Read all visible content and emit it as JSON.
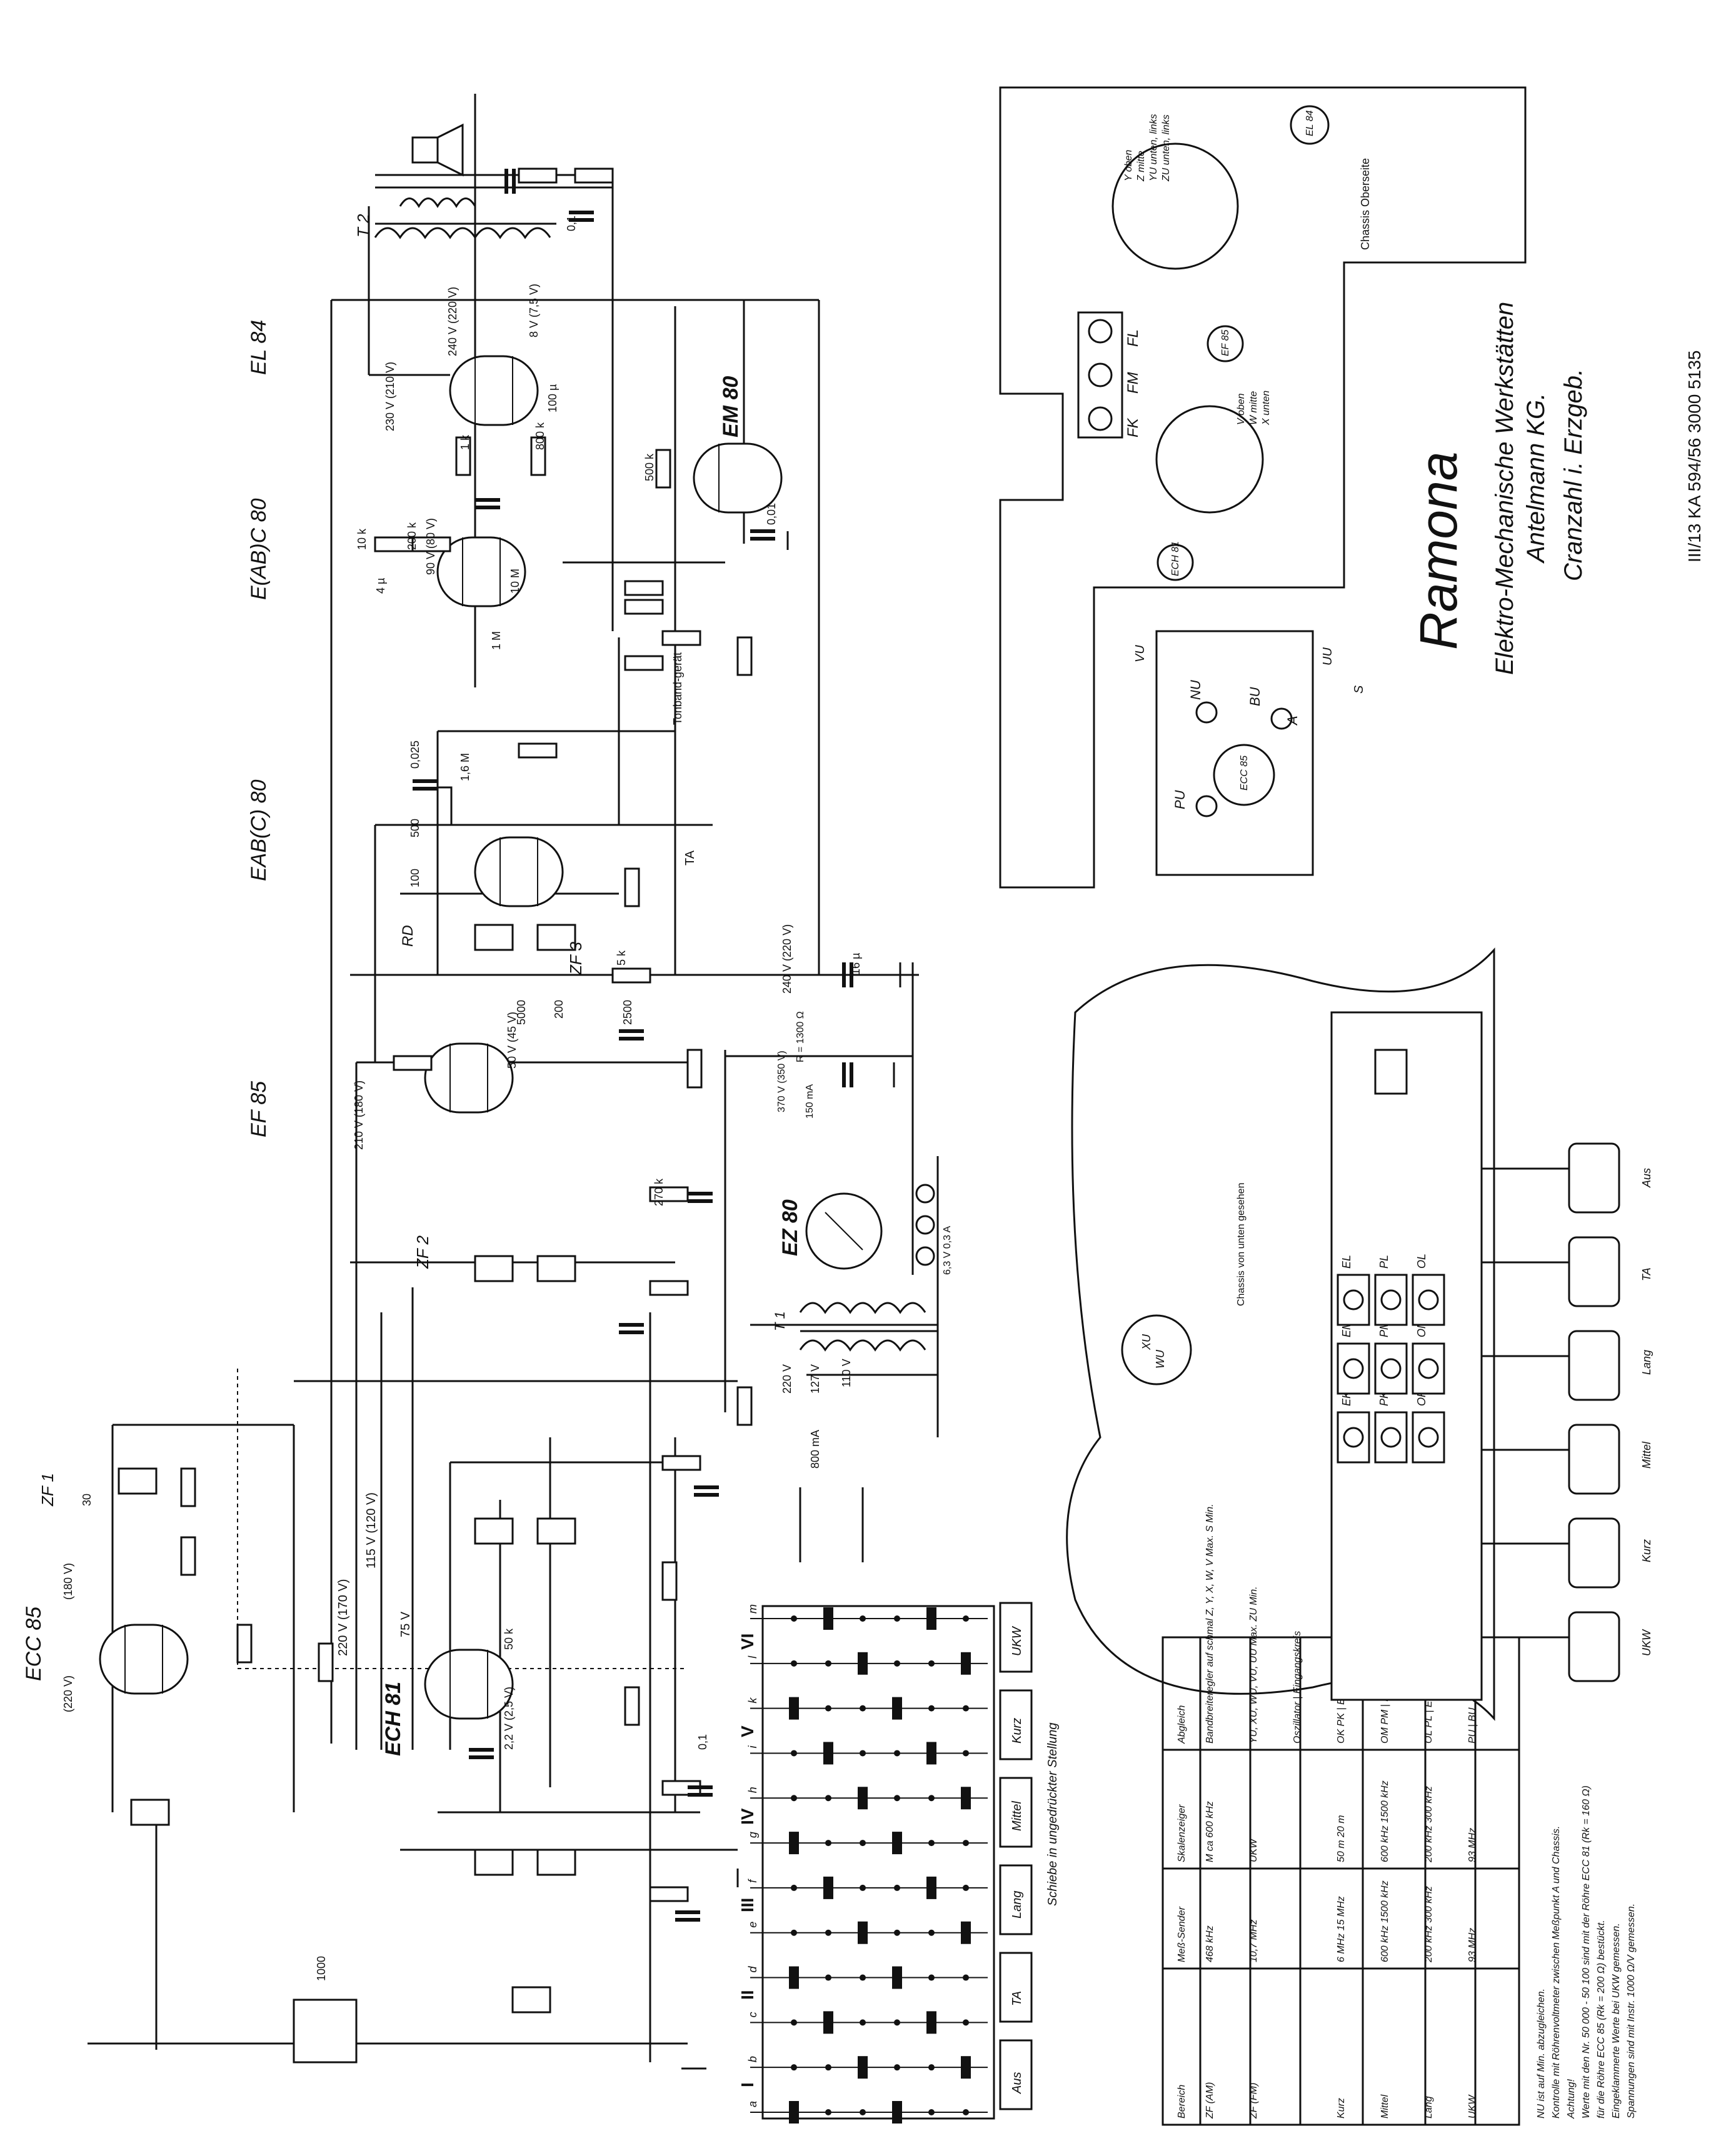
{
  "title_block": {
    "brand": "Ramona",
    "company_line": "Elektro-Mechanische Werkstätten",
    "company_name": "Antelmann KG.",
    "location": "Cranzahl i. Erzgeb.",
    "print_code": "III/13 KA 594/56 3000 5135"
  },
  "tubes": {
    "ecc": "ECC 85",
    "ech": "ECH 81",
    "ef": "EF 85",
    "eab": "EAB(C) 80",
    "eabc": "E(AB)C 80",
    "el": "EL 84",
    "em": "EM 80",
    "ez": "EZ 80"
  },
  "transformers": [
    "ZF 1",
    "ZF 2",
    "ZF 3",
    "T 1",
    "T 2"
  ],
  "supply": {
    "r": "R = 1300 Ω",
    "v1": "370 V (350 V)",
    "ma": "150 mA",
    "v2": "240 V (220 V)",
    "heater": "6,3 V 0,3 A",
    "mains1": "220 V",
    "mains2": "127 V",
    "mains3": "110 V",
    "fuse": "800 mA"
  },
  "voltages": {
    "ecc_a": "(180 V)",
    "ecc_b": "(220 V)",
    "ech_a": "220 V (170 V)",
    "ech_b": "115 V (120 V)",
    "ech_c": "75 V",
    "ech_d": "2,2 V (2,5 V)",
    "ef_a": "210 V (180 V)",
    "ef_b": "50 V (45 V)",
    "el_a": "230 V (210 V)",
    "el_b": "240 V (220 V)",
    "el_c": "8 V (7,5 V)",
    "eabc_a": "90 V (80 V)"
  },
  "values": [
    "0,025",
    "500",
    "100",
    "1,6 M",
    "10 k",
    "4 µ",
    "200 k",
    "10 M",
    "1 k",
    "800 k",
    "500 k",
    "0,01",
    "100 µ",
    "5 k",
    "0,1",
    "200",
    "5000",
    "2500",
    "16 µ",
    "1 M",
    "50 k",
    "270 k",
    "0,1",
    "30",
    "1000"
  ],
  "labels_misc": {
    "tonband": "Tonband-gerät",
    "ta": "TA",
    "rd": "RD",
    "schiebe": "Schiebe in ungedrückter Stellung"
  },
  "chassis_top": {
    "title": "Chassis Oberseite",
    "fk": "FK",
    "fm": "FM",
    "fl": "FL",
    "dial1": [
      "V oben",
      "W mitte",
      "X unten"
    ],
    "dial2": [
      "Y oben",
      "Z mitte",
      "YU unten, links",
      "ZU unten, links"
    ],
    "ef85": "EF 85",
    "el84": "EL 84",
    "ech81": "ECH 81",
    "ecc85": "ECC 85",
    "nu": "NU",
    "bu": "BU",
    "pu": "PU",
    "a": "A",
    "vu": "VU",
    "uu": "UU",
    "s": "S"
  },
  "chassis_bottom": {
    "title": "Chassis von unten gesehen",
    "keys": [
      "UKW",
      "Kurz",
      "Mittel",
      "Lang",
      "TA",
      "Aus"
    ],
    "coils_e": [
      "EK",
      "EM",
      "EL"
    ],
    "coils_p": [
      "PK",
      "PM",
      "PL"
    ],
    "coils_o": [
      "OK",
      "OM",
      "OL"
    ],
    "wu": "WU",
    "xu": "XU"
  },
  "switch": {
    "columns": [
      "I",
      "II",
      "III",
      "IV",
      "V",
      "VI"
    ],
    "rows": [
      "a",
      "b",
      "c",
      "d",
      "e",
      "f",
      "g",
      "h",
      "i",
      "k",
      "l",
      "m"
    ],
    "keys": [
      "Aus",
      "TA",
      "Lang",
      "Mittel",
      "Kurz",
      "UKW"
    ]
  },
  "table": {
    "headers": [
      "Bereich",
      "Meß-Sender",
      "Skalenzeiger",
      "Abgleich"
    ],
    "rows": [
      [
        "ZF (AM)",
        "468 kHz",
        "M ca 600 kHz",
        "Bandbreiteregler auf schmal Z, Y, X, W, V Max.  S Min."
      ],
      [
        "ZF (FM)",
        "10,7 MHz",
        "UKW",
        "YU, XU, WU, VU, UU Max.  ZU Min."
      ],
      [
        "",
        "",
        "",
        "Oszillator  |  Eingangskreis"
      ],
      [
        "Kurz",
        "6 MHz 15 MHz",
        "50 m 20 m",
        "OK PK  |  EK FK"
      ],
      [
        "Mittel",
        "600 kHz 1500 kHz",
        "600 kHz 1500 kHz",
        "OM PM  |  EM FM"
      ],
      [
        "Lang",
        "200 kHz 300 kHz",
        "200 kHz 300 kHz",
        "OL PL  |  EL FL"
      ],
      [
        "UKW",
        "93 MHz",
        "93 MHz",
        "PU  |  BU"
      ]
    ],
    "notes": [
      "NU ist auf Min. abzugleichen.",
      "Kontrolle mit Röhrenvoltmeter zwischen Meßpunkt A und Chassis.",
      "Achtung!",
      "Werte mit den Nr. 50 000 - 50 100 sind mit der Röhre ECC 81 (Rk = 160 Ω)",
      "für die Röhre ECC 85 (Rk = 200 Ω) bestückt.",
      "Eingeklammerte Werte bei UKW gemessen.",
      "Spannungen sind mit Instr. 1000 Ω/V gemessen."
    ]
  }
}
